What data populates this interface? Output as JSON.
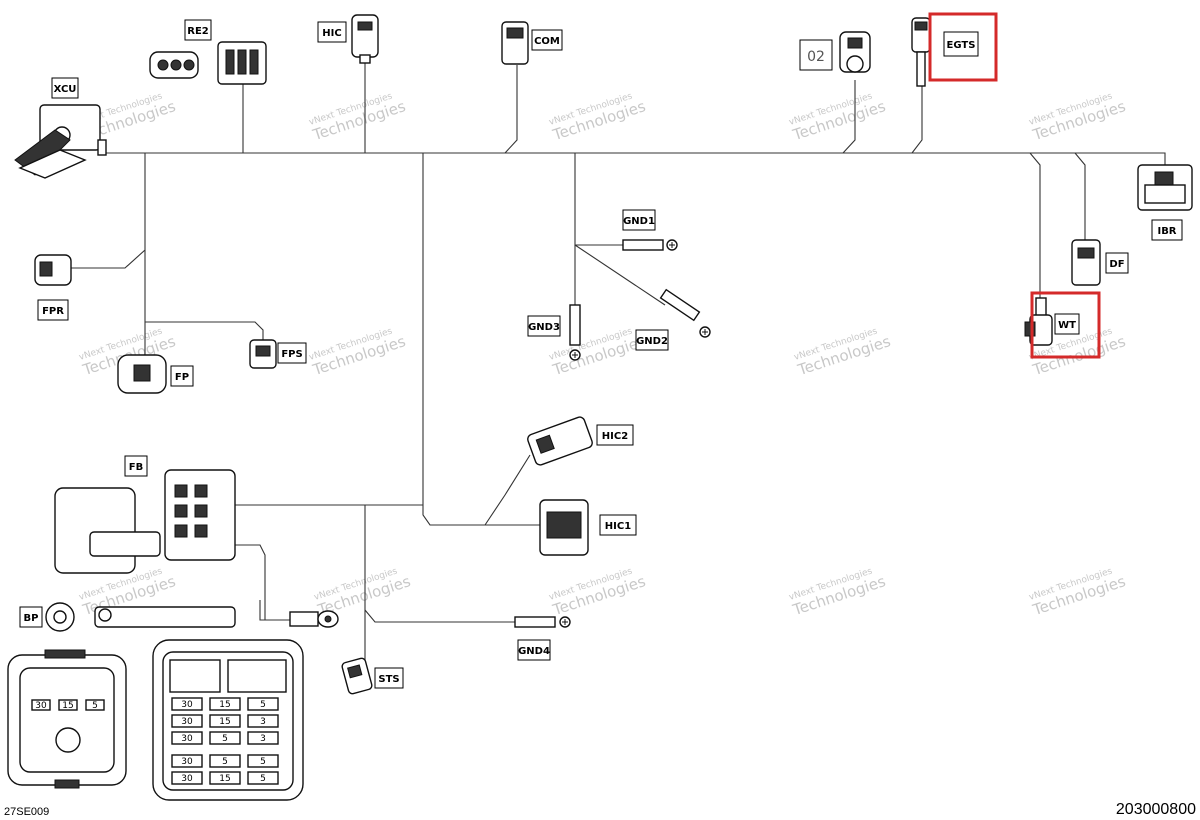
{
  "watermark": {
    "line1": "vNext Technologies",
    "line2": "Technologies"
  },
  "codes": {
    "left": "27SE009",
    "right": "203000800"
  },
  "colors": {
    "highlight": "#d42a2a",
    "line": "#333333",
    "watermark": "#c8c8c8"
  },
  "labels": {
    "xcu": "XCU",
    "re2": "RE2",
    "hic": "HIC",
    "com": "COM",
    "o2": "02",
    "egts": "EGTS",
    "ibr": "IBR",
    "df": "DF",
    "wt": "WT",
    "gnd1": "GND1",
    "gnd2": "GND2",
    "gnd3": "GND3",
    "fpr": "FPR",
    "fps": "FPS",
    "fp": "FP",
    "hic2": "HIC2",
    "hic1": "HIC1",
    "fb": "FB",
    "bp": "BP",
    "gnd4": "GND4",
    "sts": "STS"
  },
  "highlighted": [
    "EGTS",
    "WT"
  ],
  "fuses": {
    "left_box": [
      "30",
      "15",
      "5"
    ],
    "right_row1": [
      "30",
      "15",
      "5"
    ],
    "right_row2": [
      "30",
      "15",
      "3"
    ],
    "right_row3": [
      "30",
      "5",
      "3"
    ],
    "right_row4": [
      "30",
      "5",
      "5"
    ],
    "right_row5": [
      "30",
      "15",
      "5"
    ]
  }
}
